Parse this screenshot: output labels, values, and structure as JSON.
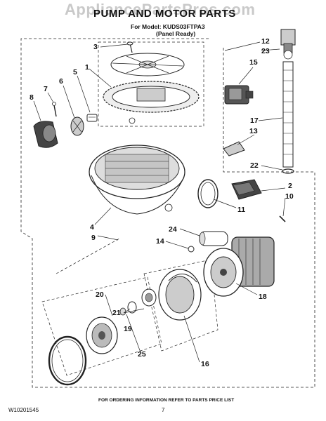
{
  "watermark": "AppliancePartsPros.com",
  "title": "PUMP AND MOTOR PARTS",
  "model_line": "For Model: KUDS03FTPA3",
  "panel_line": "(Panel Ready)",
  "callouts": [
    "3",
    "1",
    "5",
    "6",
    "7",
    "8",
    "12",
    "23",
    "15",
    "17",
    "13",
    "22",
    "2",
    "10",
    "11",
    "4",
    "9",
    "24",
    "14",
    "20",
    "21",
    "18",
    "16",
    "19",
    "25"
  ],
  "footer_note": "FOR ORDERING INFORMATION REFER TO PARTS PRICE LIST",
  "doc_number": "W10201545",
  "page_number": "7"
}
